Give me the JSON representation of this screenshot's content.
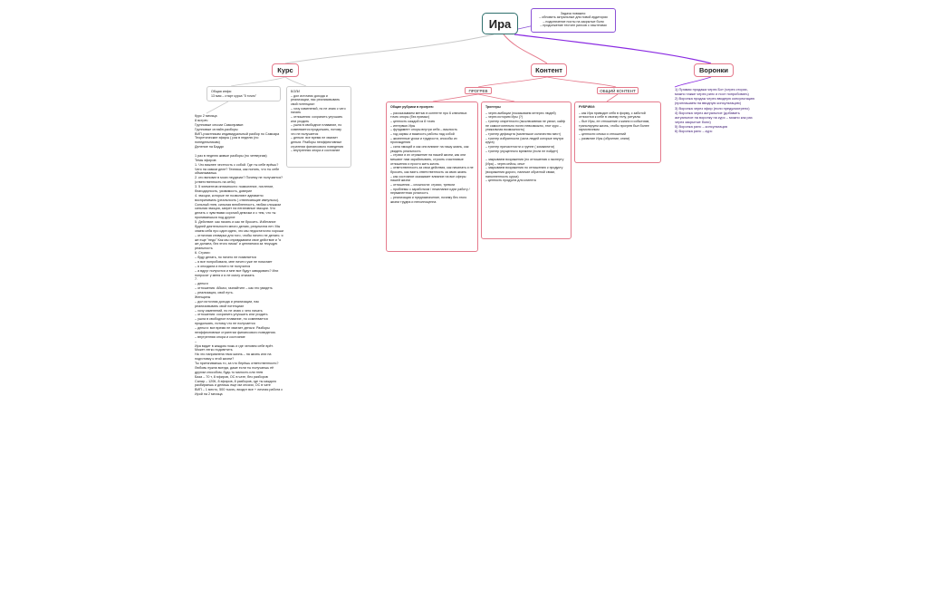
{
  "root": {
    "label": "Ира"
  },
  "root_note": {
    "lines": [
      "Задача поважно:",
      "– обновить актуальные для новой аудитории",
      "– подключение посты на закрытые боли",
      "– продолжение тестинг рилсов с хэштегами"
    ]
  },
  "topics": {
    "course": "Курс",
    "content": "Контент",
    "funnels": "Воронки"
  },
  "subtopics": {
    "progrev": "ПРОГРЕВ",
    "obshchiy": "ОБЩИЙ КОНТЕНТ"
  },
  "general_info": {
    "lines": [
      "Общая инфа:",
      "13 мая – старт курса \"5 точек\""
    ]
  },
  "pains": {
    "lines": [
      "БОЛИ",
      "– дол источник дохода и реализации, нас реализовывать свой потенциал",
      "– хочу изменений, но не знаю с чего начать",
      "– отношения: сохранить улучшать или уходить",
      "– ушла в свободное плавание, но сомневается продолжать, потому что не получается",
      "– деньги: все время не хватает деньги. Разборы неэффективные стратегии финансового поведения",
      "– внутренняя опора и состояние"
    ]
  },
  "course_text": {
    "lines": [
      "Курс 2 месяца",
      "8 встреч",
      "Групповые сессии Самоправке:",
      "Групповые онлайн-разборы",
      "ВИП-участникам индивидуальный разбор по Самсара",
      "Теоретические эфиры ( раз в неделю (по понедельникам)",
      "Деление на Бадди",
      "",
      "1 раз в неделю живые разборы (по четвергам)",
      "Темы эфиров:",
      "1. Что важнее честность с собой. Где ты себе врёшь? Чего на самом деле? Техника, как понять, что ты себе обманываешь",
      "2. кто виноват в моих неудачах? Почему не получается? (ответственность на себя)",
      "3. 5 элементов интимности: позволение, почтение, благодарность, уязвимость, доверие",
      "4. эмоции, которые не позволяют адекватно воспринимать (реальность ) отвлекающие импульсы). Сильный гнев, сильная влюбленность, любая слишком сильная эмоция, запрет на негативные эмоции. Что делать с чувствами сорочий девочки и с тем, что ты пропиваешься под другие",
      "5. Действие: как начать и как не бросить. Избегание будней деятельности много делаю, результата нет. Мы знаем себя про один идею, что мы недостаточно хороши – отличная стиварка для того, чтобы ничего не делать: я же еще \"недо\" Как мы оправдываем свое действие и \"я же должна, без этого никак\" и цепляемся за текущую реальность",
      "6. Страхи:",
      "– буду делать, но ничего не появляется",
      "– я все попробовала, мне ничего уже не помогает",
      "– я опоздала и ничего не получится",
      "– а вдруг получится и мне все будут завидовать? Или попросят у меня и я не смогу отказать",
      "7.",
      "",
      "– деньги",
      "– отношения. Абьюз, газлайтинг – как это увидеть",
      "– реализация, свой путь.",
      "Женщины",
      "",
      "– дол источник дохода и реализации, нас реализовывать свой потенциал",
      "– хочу изменений, но не знаю с чего начать",
      "– отношения: сохранить улучшать или уходить",
      "– ушла в свободное плавание, но сомневается продолжать, потому что не получается",
      "– деньги: все время не хватает деньги. Разборы неэффективные стратегии финансового поведения.",
      "– внутренняя опора и состояние",
      "–",
      "",
      "Ира видит в каждом ложь и где человек себе врёт. Может легко подсветить",
      "",
      "На что направлена твоя жизнь – на жизнь или на подготовку к этой жизни?",
      "Ты притягиваешь то, за что берёшь ответственность?",
      "Любовь нужна всегда, даже если ты получаешь её другим способом, будь то малость или гнев",
      "",
      "База – 70 т, 8 эфиров, ОС в чате, без разборов",
      "Салар – 120К, 8 эфиров, 8 разборов, где ты каждого разбираешь и делишь еще им сессии, ОС в чате",
      "ВИП – 1 место, 500 тысяч, входит все + личная работа с Ирой на 2 месяца"
    ]
  },
  "progrev_rubrics": {
    "lines": [
      "Общие рубрики в прогрев:",
      "",
      "– рассказываем метью в контенте про 6 ключевых точек опоры (без прямых)",
      "– ценность каждой из 8 точек",
      "– интервью Иры",
      "– фундамент опоры внутри себя – важность",
      "– год кармы и важность работы над собой",
      "– жизненные уроки и трудности, способы их прохождения",
      "– сила эмоций и как они влияют на нашу жизнь, как увидеть реальность",
      "– страхи и их отражение на нашей жизни, как они мешают нам зарабатывать, строить счастливые отношения и просто жить жизнь",
      "– ответственность за свои действия, как начинать и не бросить, как взять ответственность за свою жизнь",
      "– как состояние оказывает влияние на все сферы нашей жизни",
      "– отношения – сложности: страхи, тревоги",
      "– проблемы с заработком / нежелание идти работу / перманентная усталость",
      "– реализация и предназначение, почему без этого жизни трудна и неполноценна"
    ]
  },
  "triggers": {
    "lines": [
      "Триггеры",
      "",
      "– через амбиции (показываем интерес людей)",
      "– через историю Иры (?)",
      "– триггер секретности (эксклюзивная не узнал, кайф не самостоятельно почти невозможно, этот курс – уникальная возможность)",
      "– триггер дефицита (маленькое количество мест)",
      "– триггер избранности (сила людей которые внутри круга)",
      "– триггер причастности к группе ( комьюнити)",
      "– триггер упущенного времени (если не пойдет)",
      "",
      "– закрываем возражения (по отношению к эксперту (Ира) – через кейсы, опыт",
      "– закрываем возражения по отношению к продукту (возражения дорого, наличие обратной связи, наполненность курса)",
      "– ценность продукта для клиента"
    ]
  },
  "obshchiy_rubrics": {
    "lines": [
      "РУБРИКИ:",
      "",
      "– как Ира приводит себя в форму, с заботой относится к себе в своему телу, ритуалы",
      "– быт Иры, ее отношение к жизни и событиям, транслируем жизнь, чтобы прогрев был более гармоничным",
      "– ценности семьи и отношений",
      "– развитие Иры (обучение, книги)"
    ]
  },
  "funnels_list": {
    "lines": [
      "1) Прямая продажа через Бот (через сторис, можно также через рилс и пост попробовать)",
      "2) Воронка продаж через вводную консультацию (приглашаем на вводную консультацию)",
      "3) Воронка через эфир (если предусмотрено)",
      "4) Воронка через актуальное (добавить актуальное на воронку на курс – можно как раз через закрытые боли)",
      "5) Воронка рилс – консультация",
      "6) Воронка рилс – курс"
    ]
  },
  "colors": {
    "root_border": "#2e6f6c",
    "topic_border": "#e57a8c",
    "note_border": "#8a4fd6",
    "funnel_link": "#8a2be2"
  }
}
